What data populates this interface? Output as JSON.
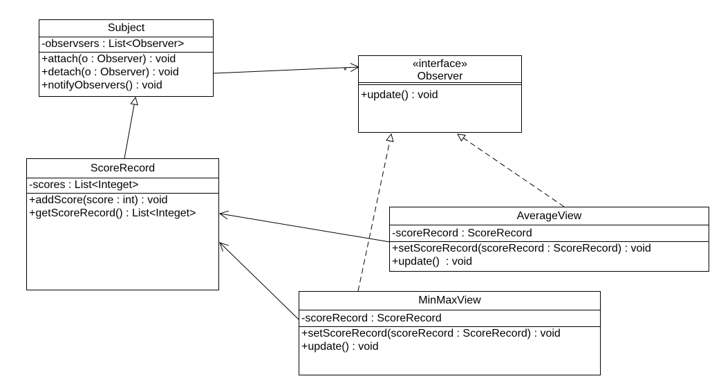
{
  "classes": {
    "subject": {
      "name": "Subject",
      "attributes": [
        "-observsers : List<Observer>"
      ],
      "operations": [
        "+attach(o : Observer) : void",
        "+detach(o : Observer) : void",
        "+notifyObservers() : void"
      ]
    },
    "observer": {
      "stereotype": "«interface»",
      "name": "Observer",
      "operations": [
        "+update() : void"
      ]
    },
    "score_record": {
      "name": "ScoreRecord",
      "attributes": [
        "-scores : List<Integet>"
      ],
      "operations": [
        "+addScore(score : int) : void",
        "+getScoreRecord() : List<Integet>"
      ]
    },
    "average_view": {
      "name": "AverageView",
      "attributes": [
        "-scoreRecord : ScoreRecord"
      ],
      "operations": [
        "+setScoreRecord(scoreRecord : ScoreRecord) : void",
        "+update()  : void"
      ]
    },
    "minmax_view": {
      "name": "MinMaxView",
      "attributes": [
        "-scoreRecord : ScoreRecord"
      ],
      "operations": [
        "+setScoreRecord(scoreRecord : ScoreRecord) : void",
        "+update() : void"
      ]
    }
  },
  "relations": {
    "subject_observer_multiplicity": "*"
  }
}
